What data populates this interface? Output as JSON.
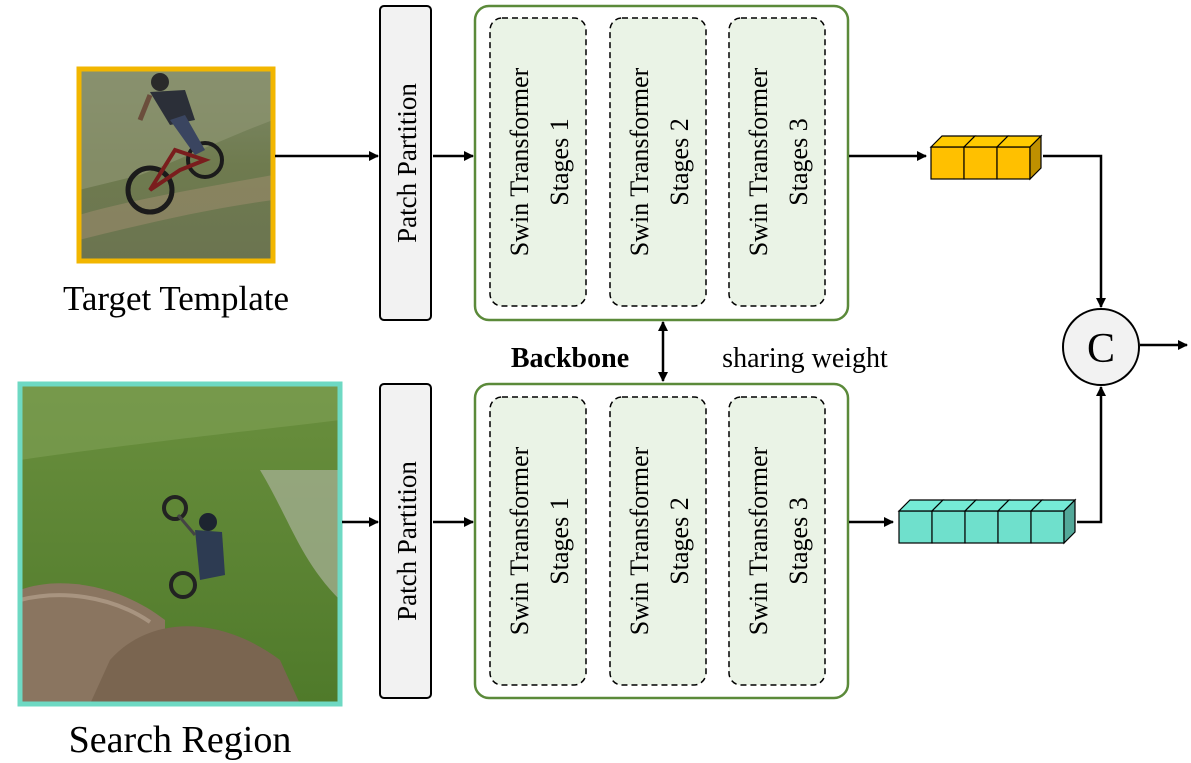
{
  "inputs": {
    "template": {
      "label": "Target Template",
      "border_color": "#F2B600",
      "image_desc": "mountain-biker-photo"
    },
    "search": {
      "label": "Search Region",
      "border_color": "#6ED9C3",
      "image_desc": "bmx-jump-photo"
    }
  },
  "patch_partition": {
    "label": "Patch Partition"
  },
  "stages": [
    {
      "line1": "Swin Transformer",
      "line2": "Stages 1"
    },
    {
      "line1": "Swin Transformer",
      "line2": "Stages 2"
    },
    {
      "line1": "Swin Transformer",
      "line2": "Stages 3"
    }
  ],
  "backbone": {
    "label": "Backbone",
    "sharing_label": "sharing weight"
  },
  "tokens": {
    "template_count": 3,
    "search_count": 5,
    "template_color": "#FFC000",
    "search_color": "#6FE0CC"
  },
  "concat": {
    "label": "C"
  },
  "colors": {
    "stage_fill": "#EAF3E6",
    "backbone_border": "#5B8A3A",
    "partition_fill": "#F2F2F2"
  }
}
